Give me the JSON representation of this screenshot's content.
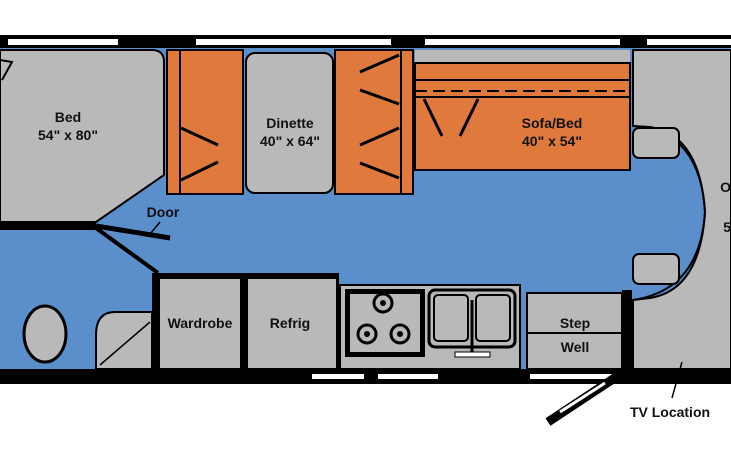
{
  "colors": {
    "floor": "#5b8fcc",
    "furniture_gray": "#b9b9b9",
    "bench_orange": "#e07a3c",
    "wall": "#000000",
    "window": "#ffffff"
  },
  "rooms": {
    "bed": {
      "name": "Bed",
      "size": "54\" x 80\""
    },
    "dinette": {
      "name": "Dinette",
      "size": "40\" x 64\""
    },
    "sofa_bed": {
      "name": "Sofa/Bed",
      "size": "40\" x 54\""
    },
    "door": {
      "name": "Door"
    },
    "wardrobe": {
      "name": "Wardrobe"
    },
    "refrig": {
      "name": "Refrig"
    },
    "step_well": {
      "line1": "Step",
      "line2": "Well"
    },
    "tv_location": {
      "name": "TV Location"
    },
    "cab_overhead": {
      "line1": "O",
      "line2": "5"
    }
  }
}
